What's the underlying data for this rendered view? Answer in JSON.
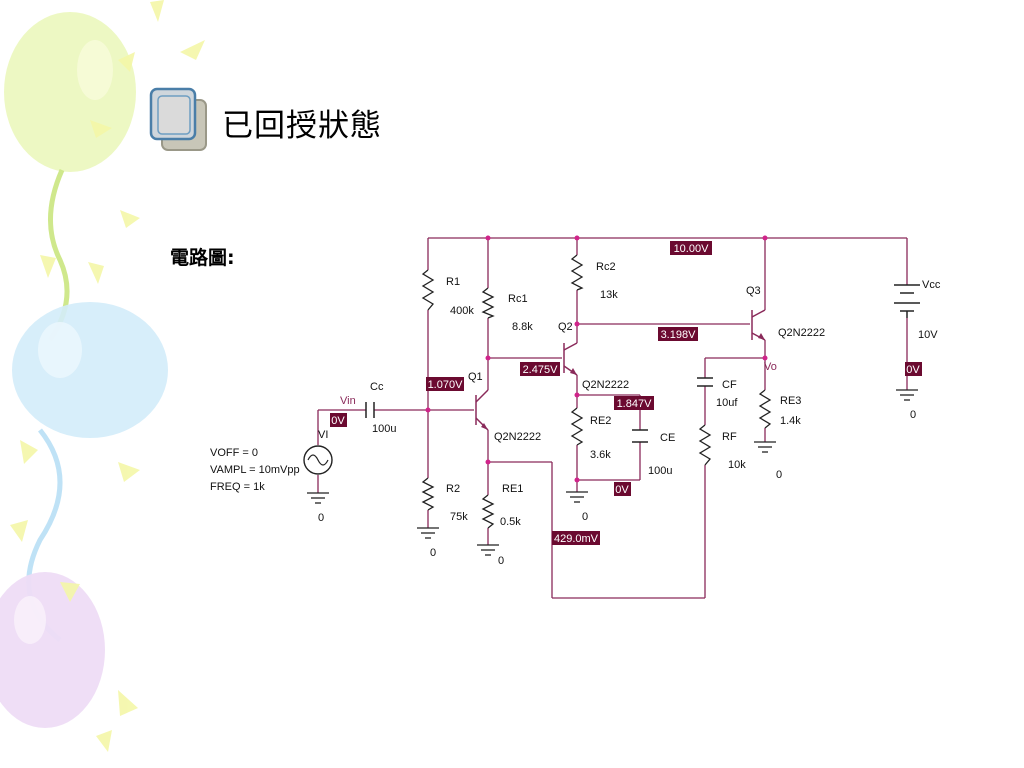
{
  "slide": {
    "title": "已回授狀態",
    "subtitle": "電路圖:"
  },
  "circuit": {
    "source": {
      "ref": "VI",
      "params": [
        "VOFF = 0",
        "VAMPL = 10mVpp",
        "FREQ = 1k"
      ],
      "node_label": "Vin",
      "ground_label": "0"
    },
    "components": {
      "R1": {
        "name": "R1",
        "value": "400k"
      },
      "R2": {
        "name": "R2",
        "value": "75k"
      },
      "Rc1": {
        "name": "Rc1",
        "value": "8.8k"
      },
      "RE1": {
        "name": "RE1",
        "value": "0.5k"
      },
      "Rc2": {
        "name": "Rc2",
        "value": "13k"
      },
      "RE2": {
        "name": "RE2",
        "value": "3.6k"
      },
      "RE3": {
        "name": "RE3",
        "value": "1.4k"
      },
      "RF": {
        "name": "RF",
        "value": "10k"
      },
      "Cc": {
        "name": "Cc",
        "value": "100u"
      },
      "CE": {
        "name": "CE",
        "value": "100u"
      },
      "CF": {
        "name": "CF",
        "value": "10uf"
      },
      "Q1": {
        "name": "Q1",
        "model": "Q2N2222"
      },
      "Q2": {
        "name": "Q2",
        "model": "Q2N2222"
      },
      "Q3": {
        "name": "Q3",
        "model": "Q2N2222"
      },
      "Vcc": {
        "name": "Vcc",
        "value": "10V"
      }
    },
    "output_label": "Vo",
    "ground_label": "0",
    "voltages": {
      "vcc_rail": "10.00V",
      "q1_base": "1.070V",
      "q2_base": "2.475V",
      "q3_base": "3.198V",
      "q2_emitter": "1.847V",
      "re1_node": "429.0mV",
      "vin_node": "0V",
      "ce_bottom": "0V",
      "vcc_bottom": "0V"
    },
    "colors": {
      "wire": "#8a2a5a",
      "node": "#d0248a",
      "label_bg": "#6b0a30",
      "label_text": "#ffffff",
      "component_text": "#111111"
    }
  }
}
